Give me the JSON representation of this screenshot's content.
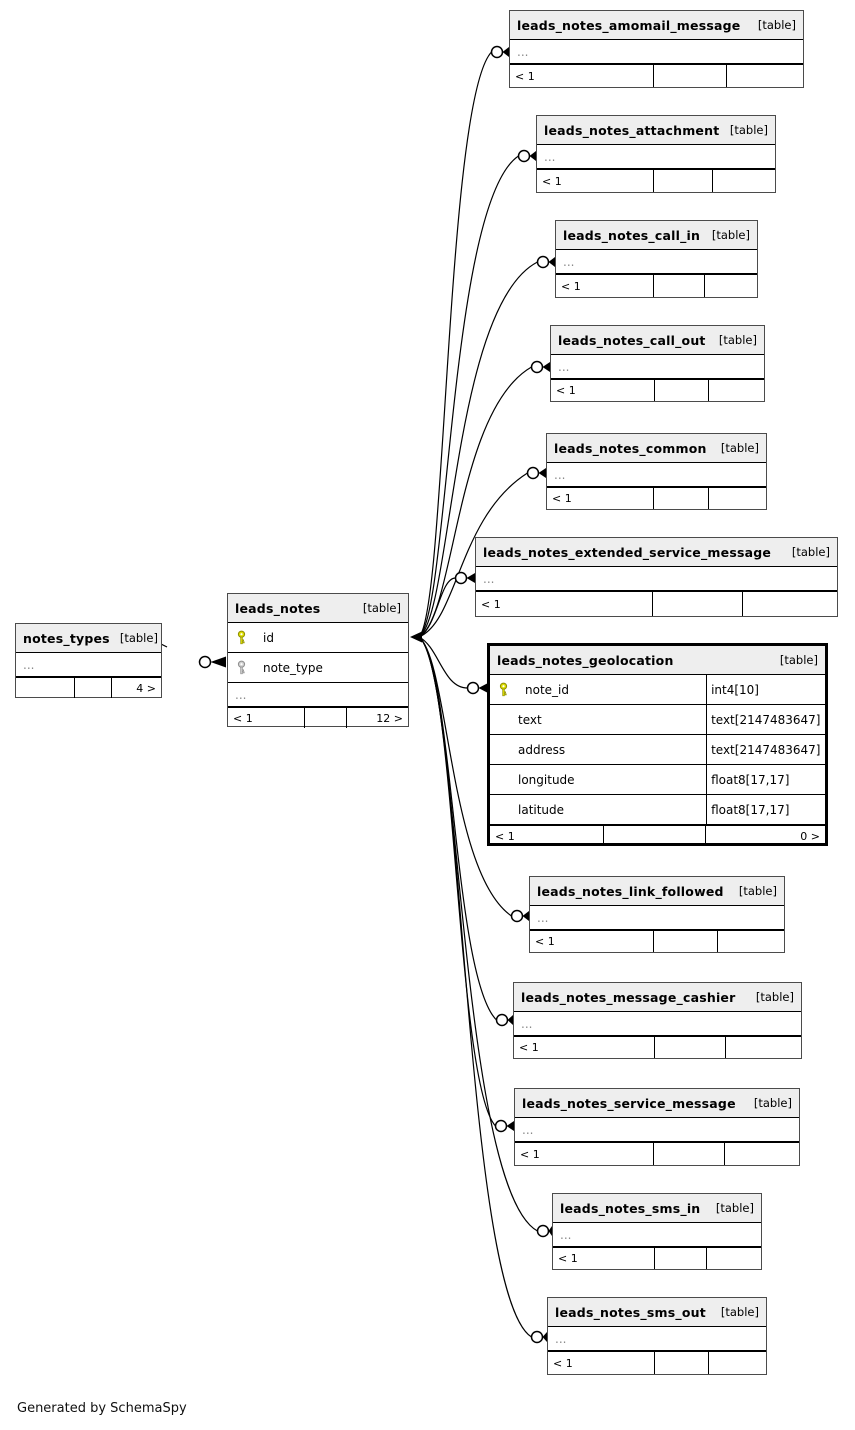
{
  "diagram": {
    "credit": "Generated by SchemaSpy",
    "tag_label": "[table]",
    "colors": {
      "header_bg": "#eeeeee",
      "table_border": "#4b4b4b",
      "highlight_border": "#000000",
      "edge": "#000000",
      "pk_key_fill": "#dddd00",
      "pk_key_stroke": "#8f8f00",
      "fk_key_fill": "#cfcfcf",
      "fk_key_stroke": "#8f8f8f",
      "ellipsis_text": "#8a8a8a"
    },
    "tables": [
      {
        "id": "leads_notes_amomail_message",
        "name": "leads_notes_amomail_message",
        "tag": "[table]",
        "columns": [
          {
            "ellipsis": "..."
          }
        ],
        "footer": {
          "left": "< 1",
          "mid": "",
          "right": ""
        }
      },
      {
        "id": "leads_notes_attachment",
        "name": "leads_notes_attachment",
        "tag": "[table]",
        "columns": [
          {
            "ellipsis": "..."
          }
        ],
        "footer": {
          "left": "< 1",
          "mid": "",
          "right": ""
        }
      },
      {
        "id": "leads_notes_call_in",
        "name": "leads_notes_call_in",
        "tag": "[table]",
        "columns": [
          {
            "ellipsis": "..."
          }
        ],
        "footer": {
          "left": "< 1",
          "mid": "",
          "right": ""
        }
      },
      {
        "id": "leads_notes_call_out",
        "name": "leads_notes_call_out",
        "tag": "[table]",
        "columns": [
          {
            "ellipsis": "..."
          }
        ],
        "footer": {
          "left": "< 1",
          "mid": "",
          "right": ""
        }
      },
      {
        "id": "leads_notes_common",
        "name": "leads_notes_common",
        "tag": "[table]",
        "columns": [
          {
            "ellipsis": "..."
          }
        ],
        "footer": {
          "left": "< 1",
          "mid": "",
          "right": ""
        }
      },
      {
        "id": "leads_notes_extended_service_message",
        "name": "leads_notes_extended_service_message",
        "tag": "[table]",
        "columns": [
          {
            "ellipsis": "..."
          }
        ],
        "footer": {
          "left": "< 1",
          "mid": "",
          "right": ""
        }
      },
      {
        "id": "notes_types",
        "name": "notes_types",
        "tag": "[table]",
        "columns": [
          {
            "ellipsis": "..."
          }
        ],
        "footer": {
          "left": "",
          "mid": "",
          "right": "4 >"
        }
      },
      {
        "id": "leads_notes",
        "name": "leads_notes",
        "tag": "[table]",
        "columns": [
          {
            "name": "id",
            "key": "pk"
          },
          {
            "name": "note_type",
            "key": "fk"
          },
          {
            "ellipsis": "..."
          }
        ],
        "footer": {
          "left": "< 1",
          "mid": "",
          "right": "12 >"
        }
      },
      {
        "id": "leads_notes_geolocation",
        "name": "leads_notes_geolocation",
        "tag": "[table]",
        "highlighted": true,
        "columns": [
          {
            "name": "note_id",
            "key": "pk",
            "type": "int4[10]"
          },
          {
            "name": "text",
            "type": "text[2147483647]"
          },
          {
            "name": "address",
            "type": "text[2147483647]"
          },
          {
            "name": "longitude",
            "type": "float8[17,17]"
          },
          {
            "name": "latitude",
            "type": "float8[17,17]"
          }
        ],
        "footer": {
          "left": "< 1",
          "mid": "",
          "right": "0 >"
        }
      },
      {
        "id": "leads_notes_link_followed",
        "name": "leads_notes_link_followed",
        "tag": "[table]",
        "columns": [
          {
            "ellipsis": "..."
          }
        ],
        "footer": {
          "left": "< 1",
          "mid": "",
          "right": ""
        }
      },
      {
        "id": "leads_notes_message_cashier",
        "name": "leads_notes_message_cashier",
        "tag": "[table]",
        "columns": [
          {
            "ellipsis": "..."
          }
        ],
        "footer": {
          "left": "< 1",
          "mid": "",
          "right": ""
        }
      },
      {
        "id": "leads_notes_service_message",
        "name": "leads_notes_service_message",
        "tag": "[table]",
        "columns": [
          {
            "ellipsis": "..."
          }
        ],
        "footer": {
          "left": "< 1",
          "mid": "",
          "right": ""
        }
      },
      {
        "id": "leads_notes_sms_in",
        "name": "leads_notes_sms_in",
        "tag": "[table]",
        "columns": [
          {
            "ellipsis": "..."
          }
        ],
        "footer": {
          "left": "< 1",
          "mid": "",
          "right": ""
        }
      },
      {
        "id": "leads_notes_sms_out",
        "name": "leads_notes_sms_out",
        "tag": "[table]",
        "columns": [
          {
            "ellipsis": "..."
          }
        ],
        "footer": {
          "left": "< 1",
          "mid": "",
          "right": ""
        }
      }
    ],
    "relationships": [
      {
        "from": "leads_notes.id",
        "to": "leads_notes_amomail_message"
      },
      {
        "from": "leads_notes.id",
        "to": "leads_notes_attachment"
      },
      {
        "from": "leads_notes.id",
        "to": "leads_notes_call_in"
      },
      {
        "from": "leads_notes.id",
        "to": "leads_notes_call_out"
      },
      {
        "from": "leads_notes.id",
        "to": "leads_notes_common"
      },
      {
        "from": "leads_notes.id",
        "to": "leads_notes_extended_service_message"
      },
      {
        "from": "leads_notes.id",
        "to": "leads_notes_geolocation"
      },
      {
        "from": "leads_notes.id",
        "to": "leads_notes_link_followed"
      },
      {
        "from": "leads_notes.id",
        "to": "leads_notes_message_cashier"
      },
      {
        "from": "leads_notes.id",
        "to": "leads_notes_service_message"
      },
      {
        "from": "leads_notes.id",
        "to": "leads_notes_sms_in"
      },
      {
        "from": "leads_notes.id",
        "to": "leads_notes_sms_out"
      },
      {
        "from": "notes_types",
        "to": "leads_notes.note_type"
      }
    ]
  }
}
